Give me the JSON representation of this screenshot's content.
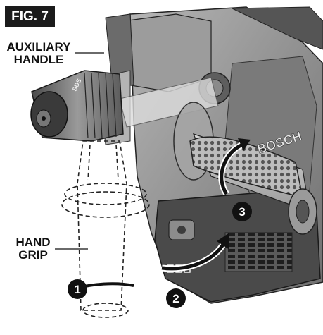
{
  "figure": {
    "label": "FIG. 7"
  },
  "callouts": {
    "auxiliary_handle": [
      "AUXILIARY",
      "HANDLE"
    ],
    "hand_grip": [
      "HAND",
      "GRIP"
    ]
  },
  "steps": [
    {
      "number": "1"
    },
    {
      "number": "2"
    },
    {
      "number": "3"
    }
  ],
  "product": {
    "brand_mark": "BOSCH",
    "chuck_marking": "SDS"
  },
  "colors": {
    "tool_body": "#8a8a8a",
    "tool_dark": "#3c3c3c",
    "tool_light": "#c4c4c4",
    "badge": "#1b1b1b",
    "step_circle": "#111111"
  }
}
